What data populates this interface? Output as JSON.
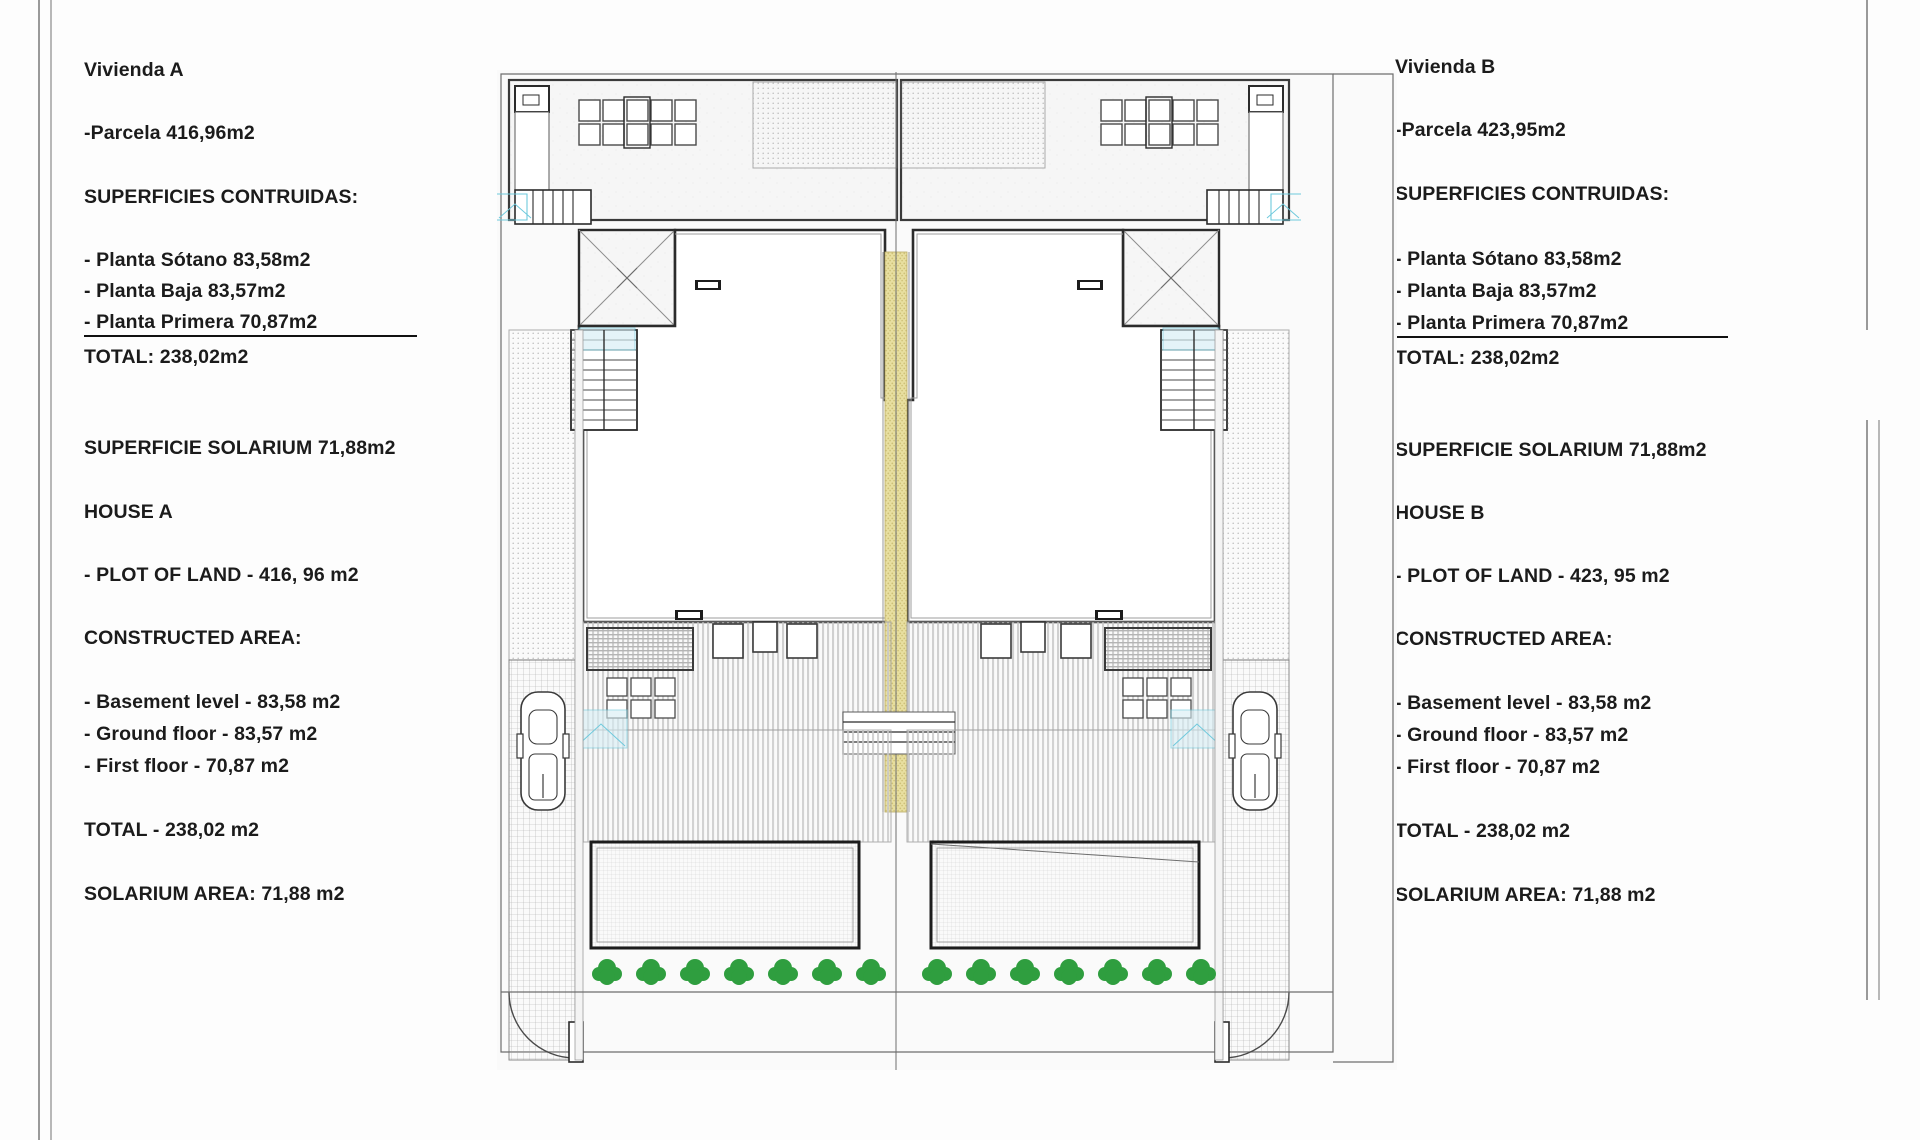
{
  "left_column": {
    "house_label": "Vivienda A",
    "plot": "-Parcela 416,96m2",
    "areas_heading": "SUPERFICIES CONTRUIDAS:",
    "basement": "- Planta Sótano 83,58m2",
    "ground": "- Planta Baja 83,57m2",
    "first": "- Planta Primera 70,87m2",
    "total": "TOTAL: 238,02m2",
    "solarium": "SUPERFICIE SOLARIUM 71,88m2",
    "house_label_en": "HOUSE A",
    "plot_en": "- PLOT OF LAND - 416, 96 m2",
    "areas_heading_en": "CONSTRUCTED AREA:",
    "basement_en": "- Basement level - 83,58 m2",
    "ground_en": "- Ground floor - 83,57 m2",
    "first_en": "- First floor - 70,87 m2",
    "total_en": " TOTAL - 238,02 m2",
    "solarium_en": " SOLARIUM AREA: 71,88 m2"
  },
  "right_column": {
    "house_label": "Vivienda B",
    "plot": "-Parcela 423,95m2",
    "areas_heading": "SUPERFICIES CONTRUIDAS:",
    "basement": "- Planta Sótano 83,58m2",
    "ground": "- Planta Baja 83,57m2",
    "first": "- Planta Primera 70,87m2",
    "total": "TOTAL: 238,02m2",
    "solarium": "SUPERFICIE SOLARIUM 71,88m2",
    "house_label_en": "HOUSE B",
    "plot_en": "- PLOT OF LAND - 423, 95 m2",
    "areas_heading_en": "CONSTRUCTED AREA:",
    "basement_en": "- Basement level - 83,58 m2",
    "ground_en": "- Ground floor - 83,57 m2",
    "first_en": "- First floor - 70,87 m2",
    "total_en": " TOTAL - 238,02 m2",
    "solarium_en": " SOLARIUM AREA: 71,88 m2"
  },
  "drawing": {
    "title": "site-plan-semi-detached-villas",
    "colors": {
      "wall": "#2b2b2b",
      "thin_line": "#7a7a7a",
      "party_wall_fill": "#e8dfa0",
      "pool_water": "#bfe3ec",
      "plant_green": "#2f9e3f",
      "paving_fill": "#f2f2f2",
      "hatch_grey": "#9e9e9e"
    }
  }
}
